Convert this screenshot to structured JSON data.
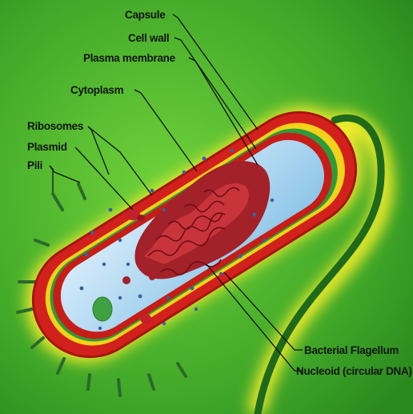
{
  "labels": {
    "capsule": "Capsule",
    "cell_wall": "Cell wall",
    "plasma_membrane": "Plasma membrane",
    "cytoplasm": "Cytoplasm",
    "ribosomes": "Ribosomes",
    "plasmid": "Plasmid",
    "pili": "Pili",
    "flagellum": "Bacterial Flagellum",
    "nucleoid": "Nucleoid (circular DNA)"
  },
  "colors": {
    "background": "#4cbc2a",
    "glow": "#f5ee2a",
    "capsule": "#d2211c",
    "cell_wall": "#f2d21a",
    "membrane": "#2f9a3a",
    "cytoplasm": "#aad6f0",
    "nucleoid": "#b0262e",
    "flagellum": "#1e6a1a"
  }
}
